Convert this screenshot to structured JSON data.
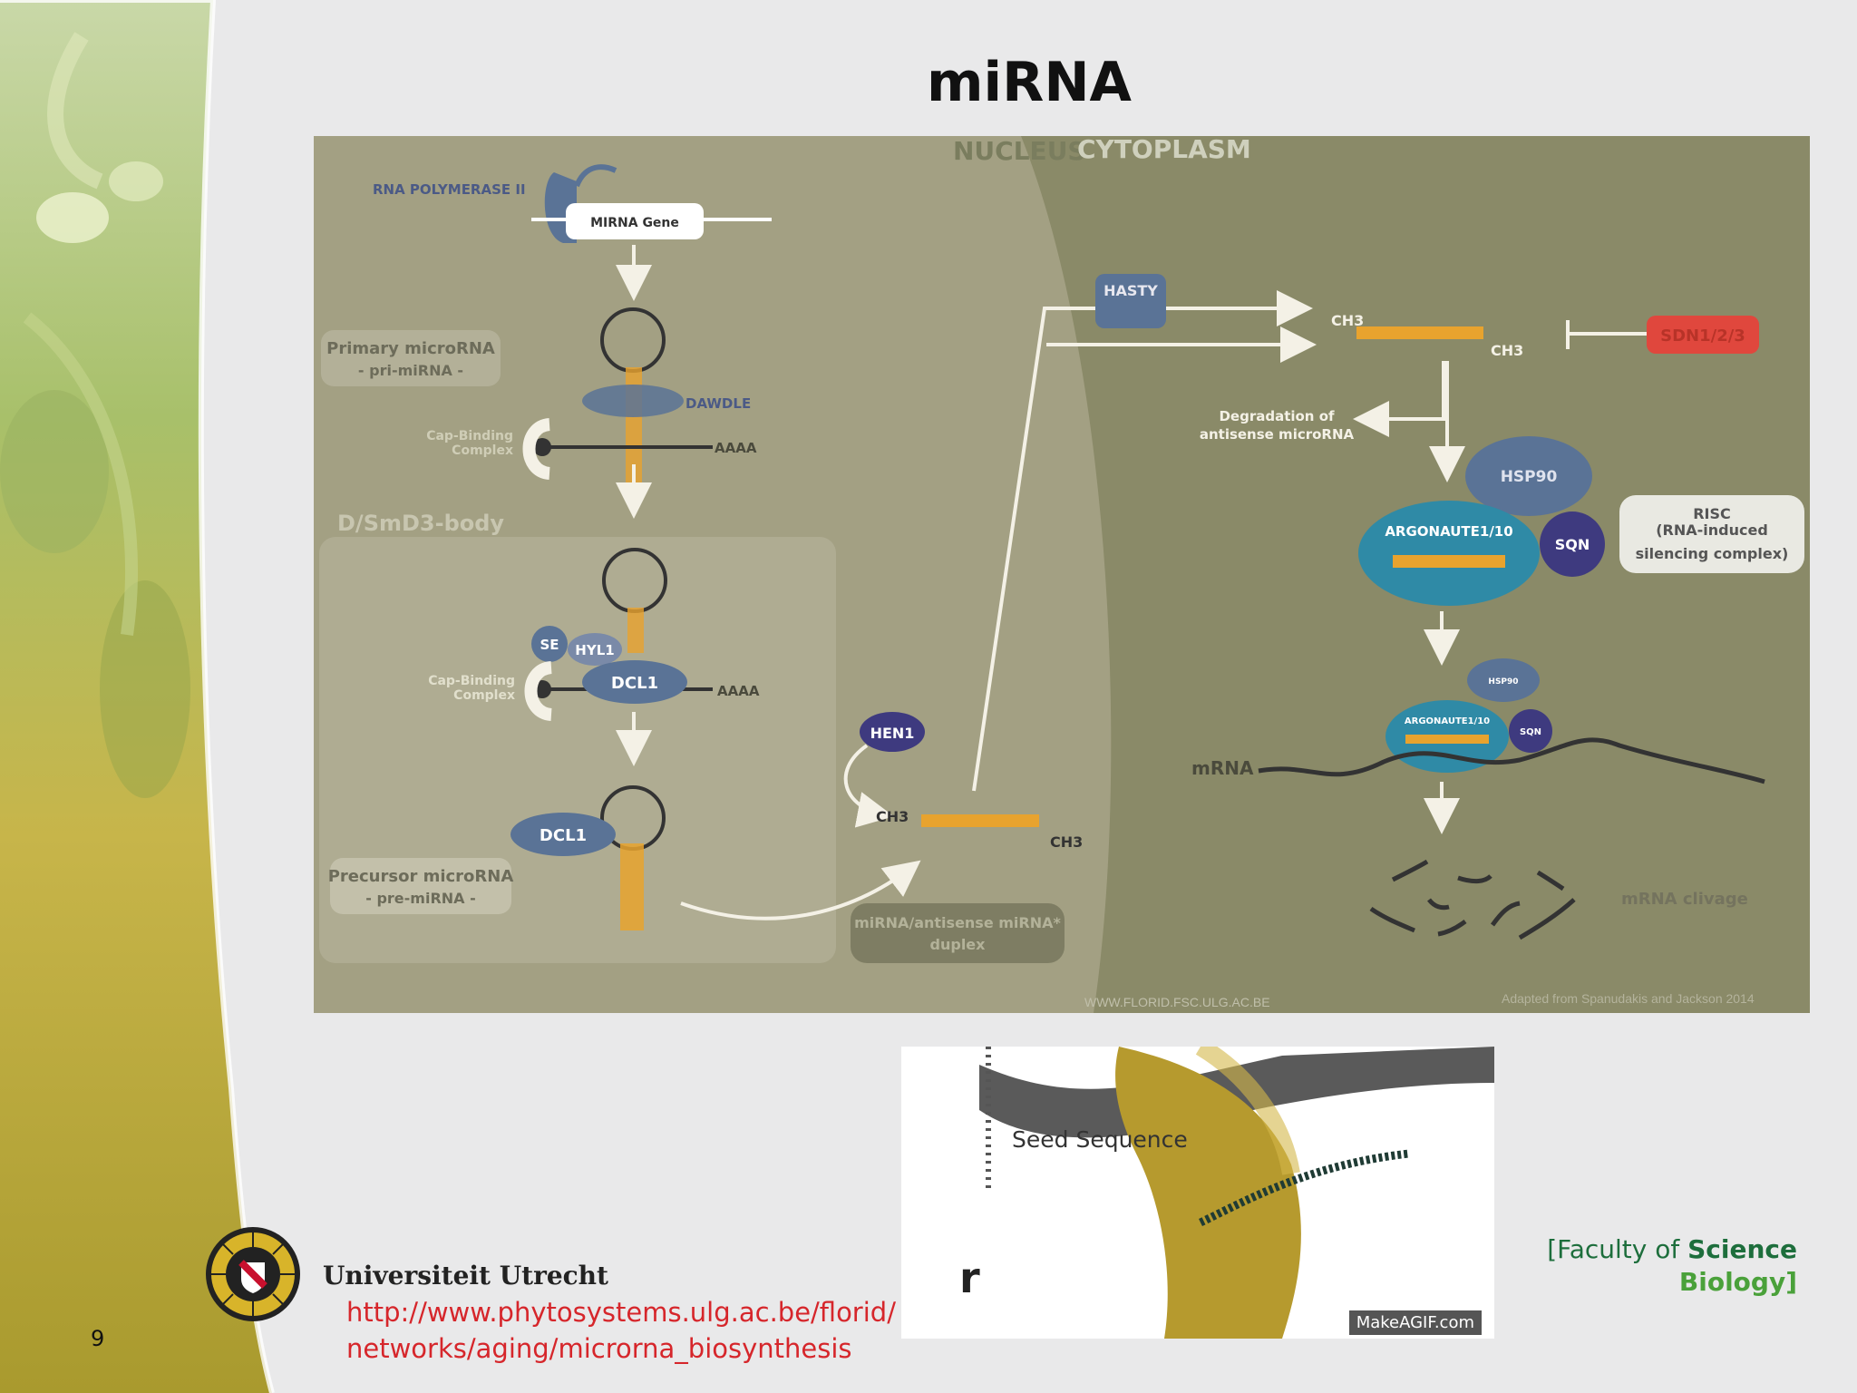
{
  "slide": {
    "title": "miRNA",
    "page_number": "9"
  },
  "diagram": {
    "regions": {
      "nucleus": "NUCLEUS",
      "cytoplasm": "CYTOPLASM"
    },
    "labels": {
      "rna_polymerase": "RNA POLYMERASE II",
      "mirna_gene": "MIRNA Gene",
      "primary_l1": "Primary microRNA",
      "primary_l2": "- pri-miRNA -",
      "dawdle": "DAWDLE",
      "cap_binding_l1": "Cap-Binding",
      "cap_binding_l2": "Complex",
      "aaaa": "AAAA",
      "dsmd3_body": "D/SmD3-body",
      "se": "SE",
      "hyl1": "HYL1",
      "dcl1": "DCL1",
      "precursor_l1": "Precursor microRNA",
      "precursor_l2": "- pre-miRNA -",
      "hen1": "HEN1",
      "ch3": "CH3",
      "duplex_l1": "miRNA/antisense miRNA*",
      "duplex_l2": "duplex",
      "hasty": "HASTY",
      "sdn": "SDN1/2/3",
      "degradation_l1": "Degradation of",
      "degradation_l2": "antisense microRNA",
      "hsp90": "HSP90",
      "argonaute": "ARGONAUTE1/10",
      "sqn": "SQN",
      "risc_l1": "RISC",
      "risc_l2": "(RNA-induced",
      "risc_l3": "silencing complex)",
      "mrna": "mRNA",
      "mrna_clivage": "mRNA clivage",
      "website": "WWW.FLORID.FSC.ULG.AC.BE",
      "credit": "Adapted from Spanudakis and Jackson 2014"
    }
  },
  "video": {
    "caption": "Seed Sequence",
    "partial_text": "r",
    "watermark": "MakeAGIF.com"
  },
  "footer": {
    "university": "Universiteit Utrecht",
    "url_line1": "http://www.phytosystems.ulg.ac.be/florid/",
    "url_line2": "networks/aging/microrna_biosynthesis",
    "faculty_bracket_open": "[",
    "faculty_of": "Faculty of ",
    "faculty_science": "Science",
    "biology": "Biology",
    "faculty_bracket_close": "]"
  },
  "colors": {
    "nucleus_bg": "#a3a083",
    "cytoplasm_bg": "#8a8a68",
    "protein_blue": "#5a7396",
    "protein_purple": "#3e3a7f",
    "argonaute_teal": "#2f8aa6",
    "sdn_red": "#e0473d",
    "rna_orange": "#e8a32e",
    "url_red": "#d6262b",
    "faculty_green": "#1d6e3c"
  }
}
